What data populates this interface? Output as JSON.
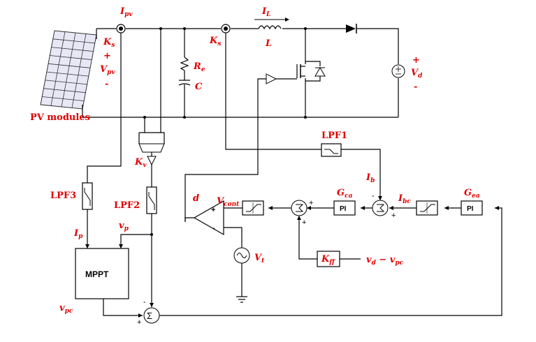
{
  "labels": {
    "ipv": "I",
    "ipv_sub": "pv",
    "ks1": "K",
    "ks1_sub": "s",
    "plus1": "+",
    "vpv": "V",
    "vpv_sub": "pv",
    "minus1": "-",
    "pv_modules": "PV modules",
    "re": "R",
    "re_sub": "e",
    "c": "C",
    "ks2": "K",
    "ks2_sub": "s",
    "il": "I",
    "il_sub": "L",
    "l": "L",
    "plus_vd": "+",
    "vd": "V",
    "vd_sub": "d",
    "minus_vd": "-",
    "lpf1": "LPF1",
    "ib": "I",
    "ib_sub": "b",
    "kv": "K",
    "kv_sub": "v",
    "lpf3": "LPF3",
    "lpf2": "LPF2",
    "d": "d",
    "vcont": "V",
    "vcont_sub": "cont",
    "gca": "G",
    "gca_sub": "ca",
    "ibc": "I",
    "ibc_sub": "bc",
    "gea": "G",
    "gea_sub": "ea",
    "ip": "I",
    "ip_sub": "p",
    "vp": "v",
    "vp_sub": "p",
    "vt": "V",
    "vt_sub": "t",
    "kff": "K",
    "kff_sub": "ff",
    "vd_vpc": "v",
    "vd_vpc_sub1": "d",
    "vd_vpc_mid": " − v",
    "vd_vpc_sub2": "pc",
    "vpc": "v",
    "vpc_sub": "pc",
    "mppt": "MPPT",
    "pi1": "PI",
    "pi2": "PI",
    "opamp_plus": "+",
    "opamp_minus": "-",
    "sum1_plus": "+",
    "sum1_plus2": "+",
    "sum2_minus": "-",
    "sum2_plus": "+",
    "sum3_plus": "+",
    "sum3_minus": "-",
    "sum4_minus": "-",
    "sum4_plus": "+",
    "sigma": "Σ"
  }
}
